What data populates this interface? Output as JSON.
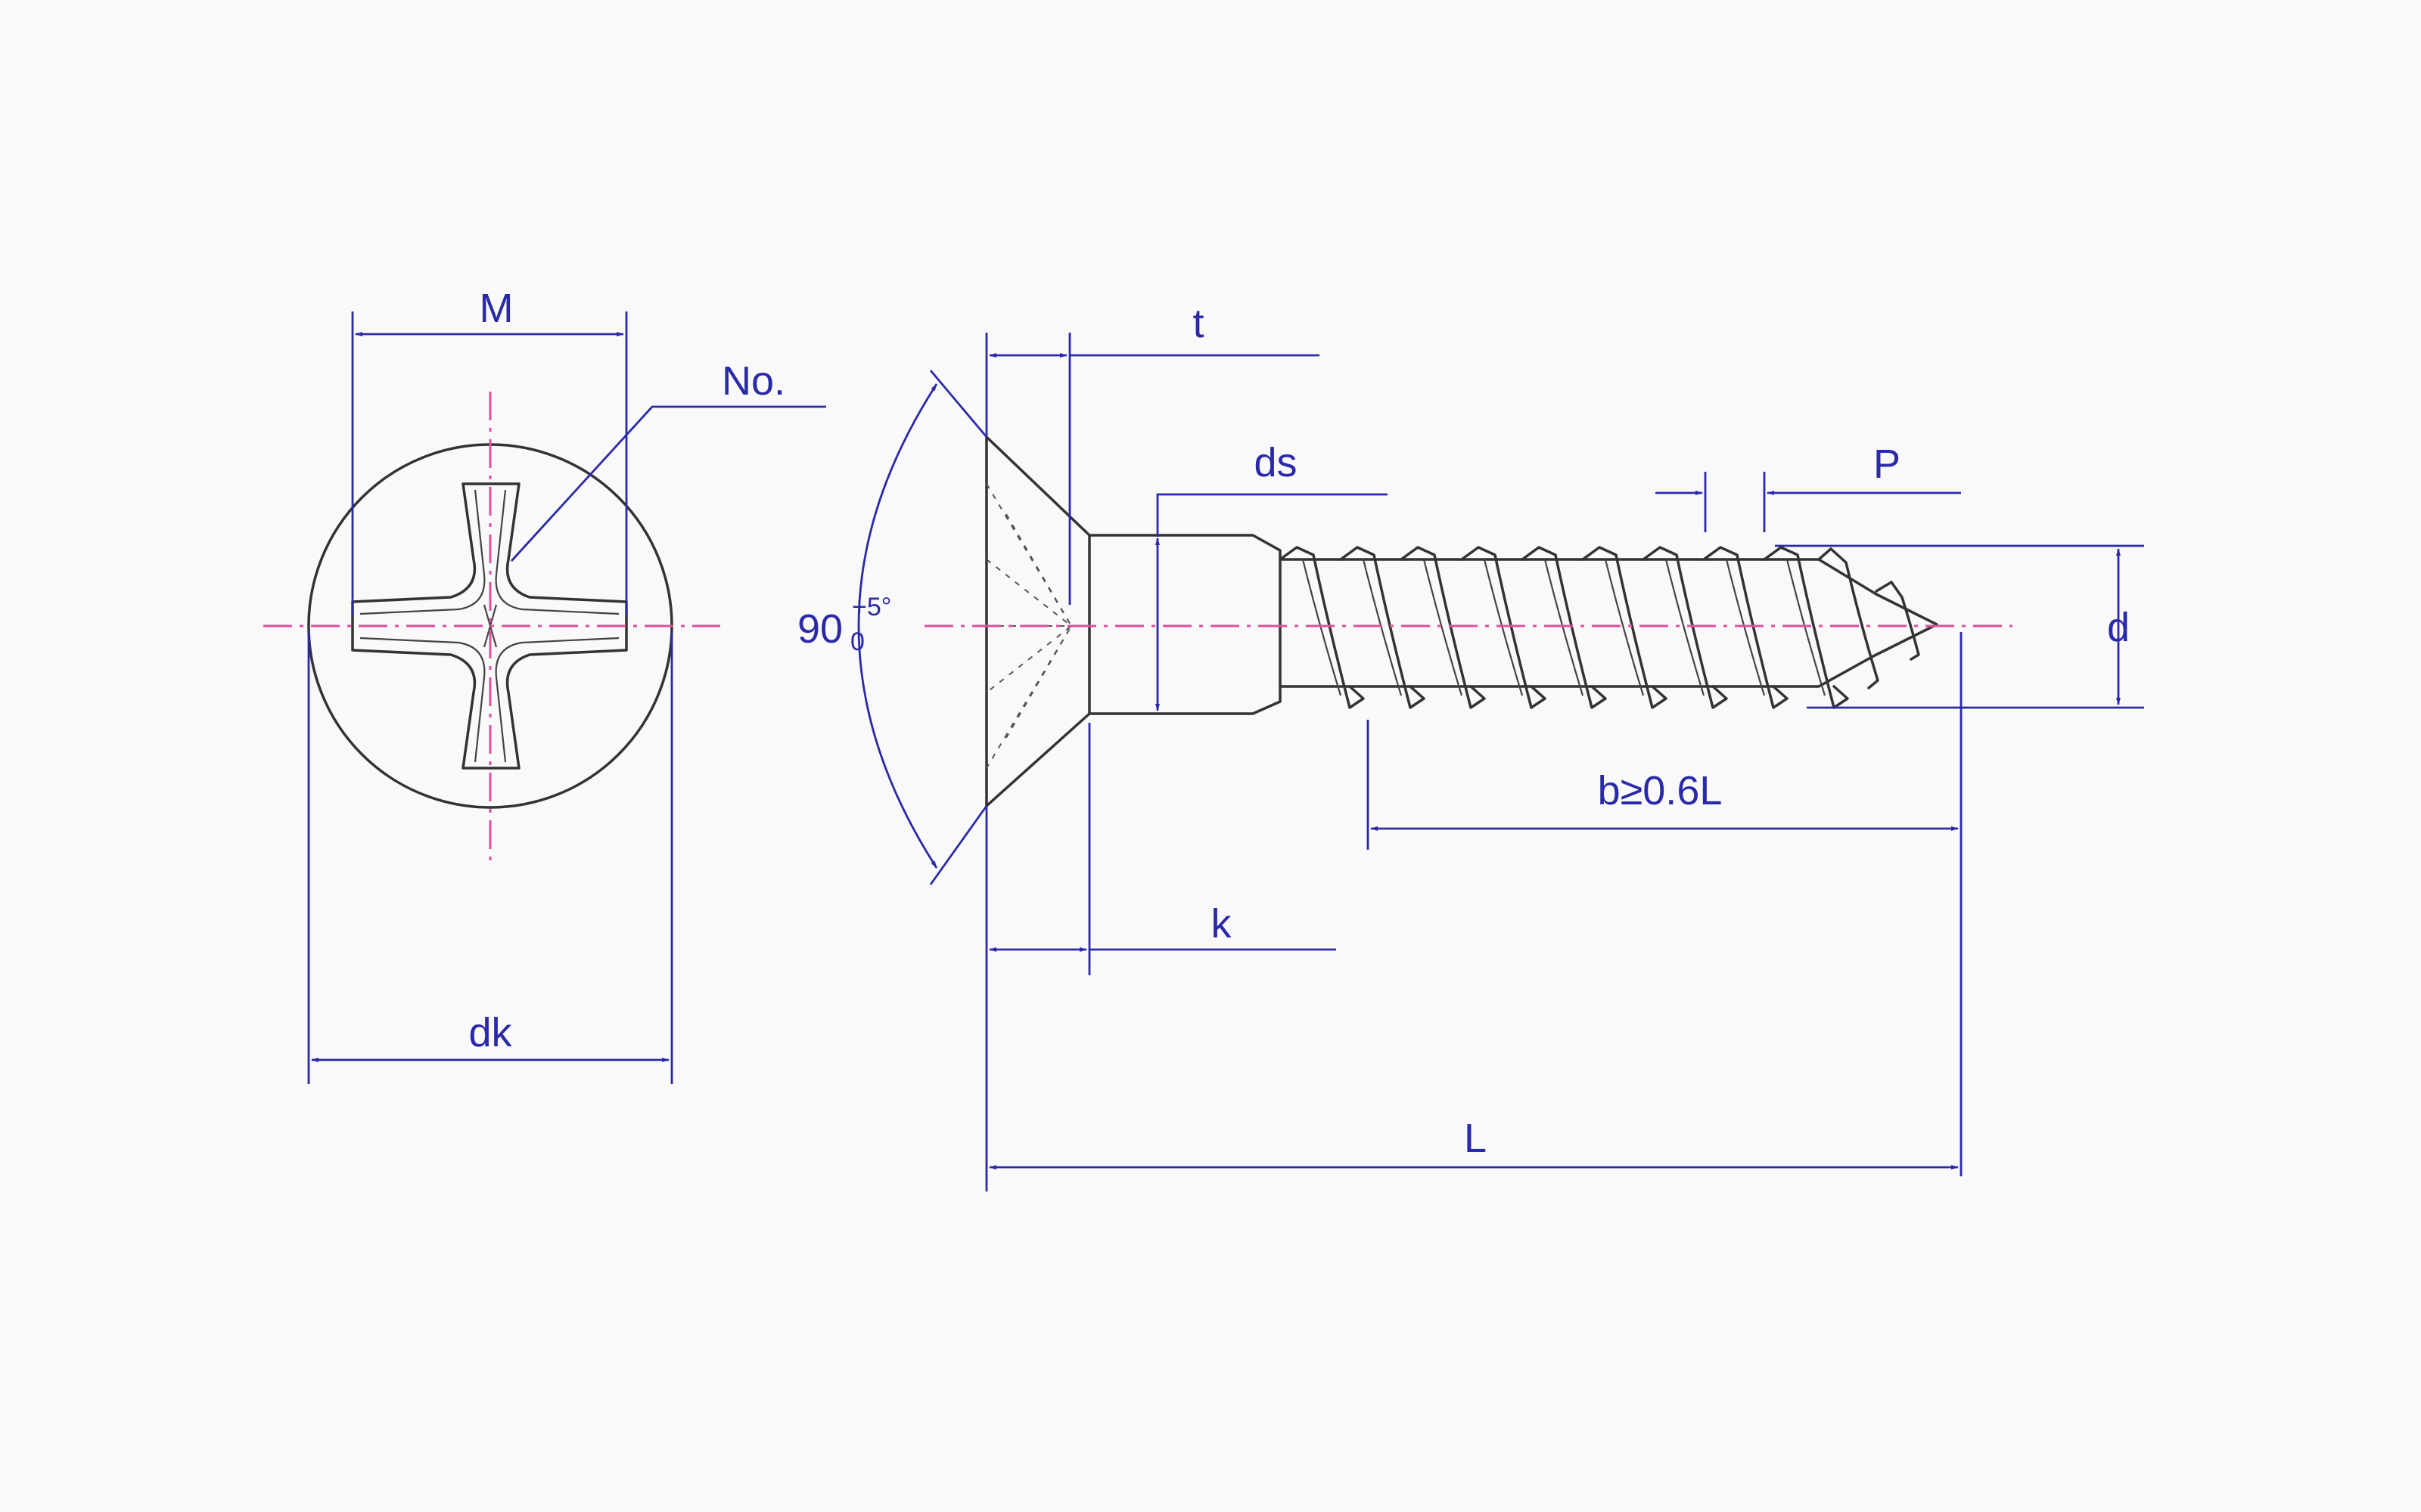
{
  "labels": {
    "M": "M",
    "No": "No.",
    "dk": "dk",
    "t": "t",
    "ds": "ds",
    "P": "P",
    "d": "d",
    "b": "b≥0.6L",
    "k": "k",
    "L": "L",
    "angle": "90",
    "angle_upper": "+5°",
    "angle_lower": "0"
  },
  "colors": {
    "outline": "#333333",
    "dimension": "#2a2aa8",
    "centerline": "#e0509a",
    "background": "#f9f9f9"
  }
}
